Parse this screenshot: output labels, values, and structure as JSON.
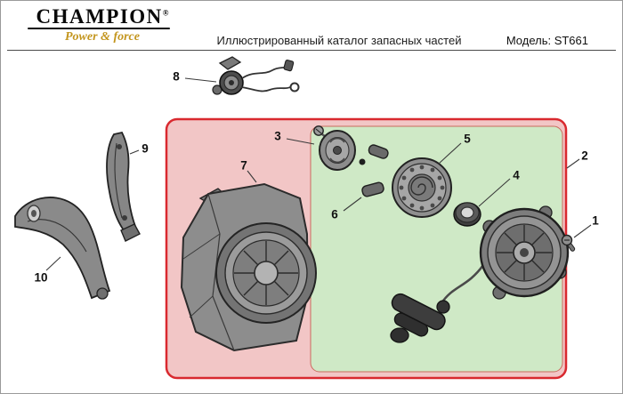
{
  "header": {
    "logo_primary": "CHAMPION",
    "logo_registered": "®",
    "logo_secondary": "Power & force",
    "title": "Иллюстрированный каталог запасных частей",
    "model_label": "Модель: ST661"
  },
  "diagram": {
    "part_labels": [
      {
        "number": "1"
      },
      {
        "number": "2"
      },
      {
        "number": "3"
      },
      {
        "number": "4"
      },
      {
        "number": "5"
      },
      {
        "number": "6"
      },
      {
        "number": "7"
      },
      {
        "number": "8"
      },
      {
        "number": "9"
      },
      {
        "number": "10"
      }
    ],
    "colors": {
      "outer_box_border": "#d9292f",
      "outer_box_fill": "#f2c6c6",
      "inner_box_fill": "#cfe9c6",
      "inner_box_border": "#cb6b5e"
    }
  }
}
